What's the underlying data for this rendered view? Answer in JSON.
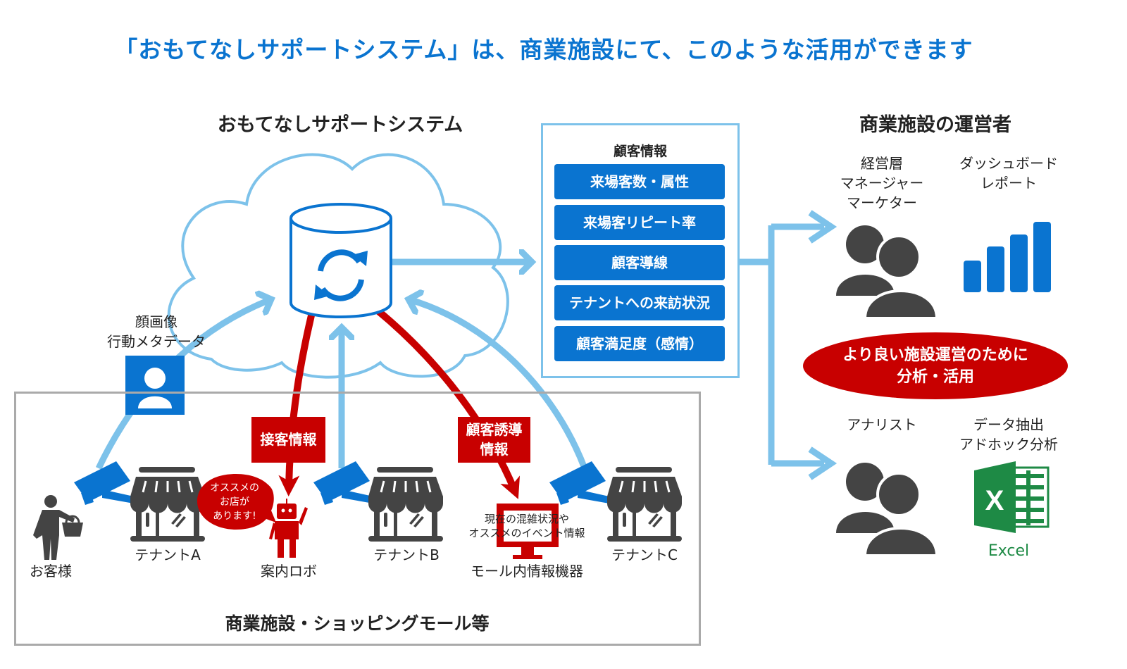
{
  "title": "「おもてなしサポートシステム」は、商業施設にて、このような活用ができます",
  "system": {
    "title": "おもてなしサポートシステム",
    "face_data_label": [
      "顔画像",
      "行動メタデータ"
    ]
  },
  "customer_info": {
    "title": "顧客情報",
    "items": [
      "来場客数・属性",
      "来場客リピート率",
      "顧客導線",
      "テナントへの来訪状況",
      "顧客満足度（感情）"
    ]
  },
  "operator": {
    "title": "商業施設の運営者",
    "managers_label": [
      "経営層",
      "マネージャー",
      "マーケター"
    ],
    "dashboard_label": [
      "ダッシュボード",
      "レポート"
    ],
    "goal": [
      "より良い施設運営のために",
      "分析・活用"
    ],
    "analyst_label": "アナリスト",
    "adhoc_label": [
      "データ抽出",
      "アドホック分析"
    ],
    "excel_label": "Excel"
  },
  "mall": {
    "title": "商業施設・ショッピングモール等",
    "customer": "お客様",
    "tenants": [
      "テナントA",
      "テナントB",
      "テナントC"
    ],
    "robot": "案内ロボ",
    "robot_speech": [
      "オススメの",
      "お店が",
      "あります!"
    ],
    "service_info": "接客情報",
    "guidance_info": [
      "顧客誘導",
      "情報"
    ],
    "device": "モール内情報機器",
    "device_text": [
      "現在の混雑状況や",
      "オススメのイベント情報"
    ]
  },
  "colors": {
    "blue": "#0a74d0",
    "light_blue": "#7dc2ea",
    "red": "#c80000",
    "dark_gray": "#444444",
    "excel_green": "#1e8a45"
  }
}
